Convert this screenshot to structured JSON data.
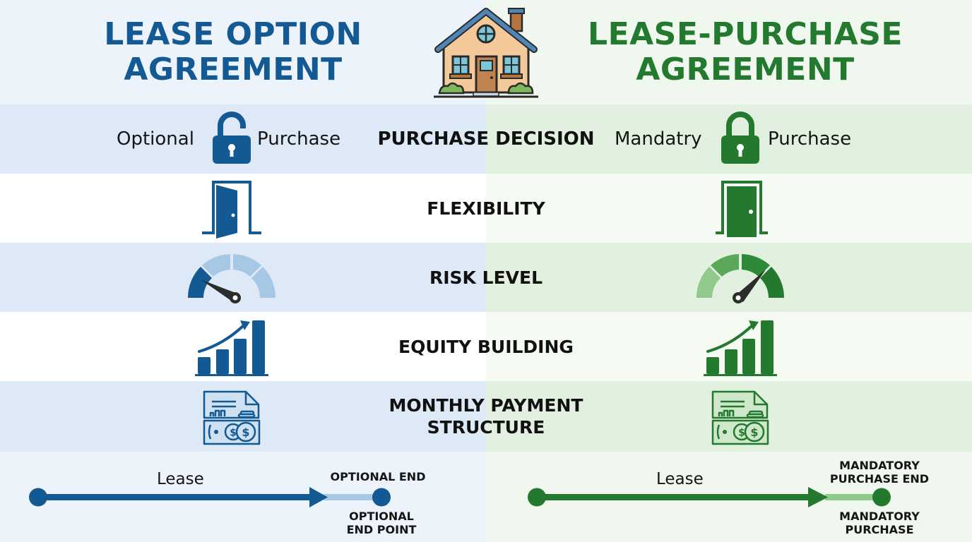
{
  "colors": {
    "blue_primary": "#135a94",
    "blue_light": "#a7c8e4",
    "green_primary": "#237a2f",
    "green_light": "#8fc98c",
    "bg_left": "#edf3fa",
    "bg_right": "#eff7ee"
  },
  "header": {
    "left_title": [
      "LEASE OPTION",
      "AGREEMENT"
    ],
    "right_title": [
      "LEASE-PURCHASE",
      "AGREEMENT"
    ],
    "center_icon": "house-icon"
  },
  "rows": [
    {
      "label": "PURCHASE DECISION",
      "left": {
        "text_before": "Optional",
        "icon": "unlocked-padlock-icon",
        "text_after": "Purchase"
      },
      "right": {
        "text_before": "Mandatry",
        "icon": "locked-padlock-icon",
        "text_after": "Purchase"
      }
    },
    {
      "label": "FLEXIBILITY",
      "left": {
        "icon": "open-door-icon"
      },
      "right": {
        "icon": "closed-door-icon"
      }
    },
    {
      "label": "RISK LEVEL",
      "left": {
        "icon": "gauge-low-icon"
      },
      "right": {
        "icon": "gauge-high-icon"
      }
    },
    {
      "label": "EQUITY BUILDING",
      "left": {
        "icon": "growth-bar-chart-icon"
      },
      "right": {
        "icon": "growth-bar-chart-icon"
      }
    },
    {
      "label_lines": [
        "MONTHLY PAYMENT",
        "STRUCTURE"
      ],
      "left": {
        "icon": "payment-document-icon"
      },
      "right": {
        "icon": "payment-document-icon"
      }
    }
  ],
  "timeline": {
    "left": {
      "lease_label": "Lease",
      "end_top_caption": "OPTIONAL END",
      "end_bottom_caption": [
        "OPTIONAL",
        "END POINT"
      ]
    },
    "right": {
      "lease_label": "Lease",
      "end_top_caption": [
        "MANDATORY",
        "PURCHASE END"
      ],
      "end_bottom_caption": [
        "MANDATORY",
        "PURCHASE"
      ]
    }
  }
}
